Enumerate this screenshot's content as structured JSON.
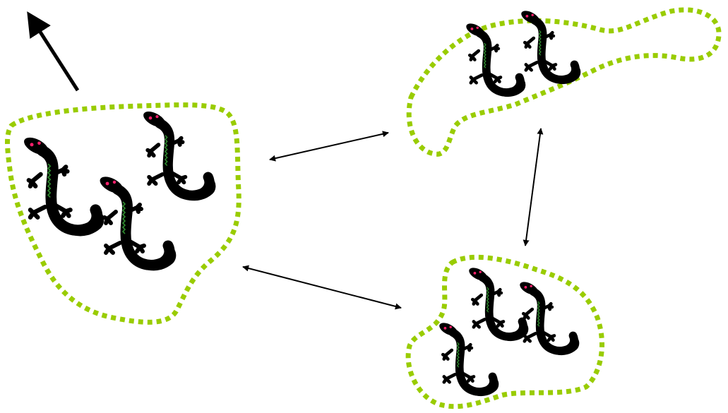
{
  "colors": {
    "background": "#ffffff",
    "boundary": "#99cc00",
    "lizard_body": "#000000",
    "lizard_stripe": "#2e8b2e",
    "lizard_eye": "#ff1f6b",
    "arrow": "#000000"
  },
  "icons": {
    "lizard": "lizard-icon",
    "dispersal_arrow": "arrow-up-left-icon",
    "connection": "double-headed-arrow-icon"
  },
  "populations": [
    {
      "id": "left",
      "lizard_count": 3
    },
    {
      "id": "top-right",
      "lizard_count": 2
    },
    {
      "id": "bottom-right",
      "lizard_count": 3
    }
  ],
  "connections": [
    {
      "from": "left",
      "to": "top-right"
    },
    {
      "from": "left",
      "to": "bottom-right"
    },
    {
      "from": "top-right",
      "to": "bottom-right"
    }
  ]
}
